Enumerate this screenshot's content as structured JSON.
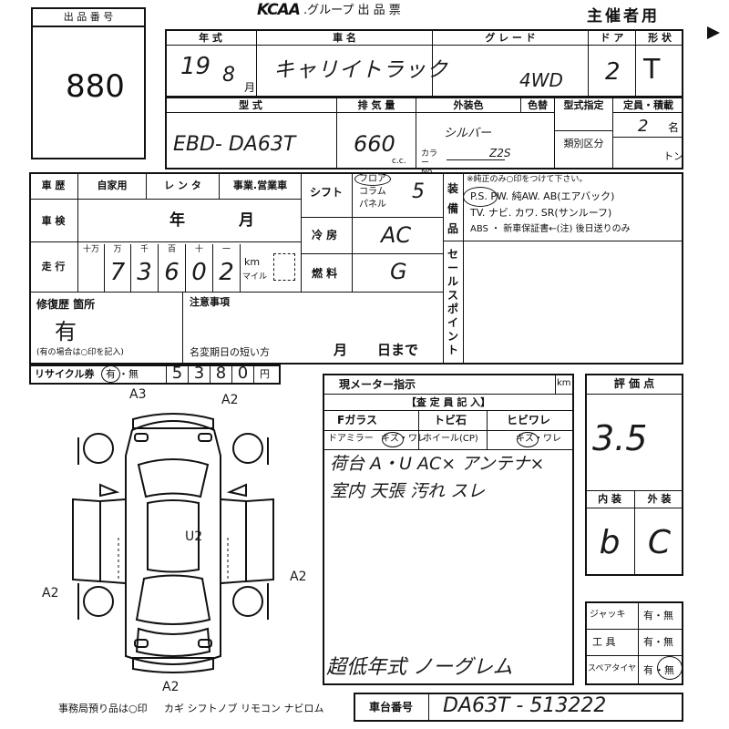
{
  "header": {
    "lot_label": "出 品 番 号",
    "lot_number": "880",
    "brand": "KCAA",
    "group_title": ".グループ 出 品 票",
    "organizer": "主催者用"
  },
  "row1": {
    "year_label": "年 式",
    "car_name_label": "車 名",
    "grade_label": "グ レ ー ド",
    "door_label": "ド ア",
    "shape_label": "形 状",
    "year_value": "19",
    "month_value": "8",
    "month_unit": "月",
    "car_name": "キャリイトラック",
    "grade": "4WD",
    "doors": "2",
    "shape": "T"
  },
  "row2": {
    "model_label": "型 式",
    "displacement_label": "排 気 量",
    "exterior_color_label": "外装色",
    "color_change_label": "色替",
    "type_designation_label": "型式指定",
    "capacity_label": "定員・積載",
    "category_label": "類別区分",
    "model": "EBD- DA63T",
    "displacement": "660",
    "cc_unit": "c.c.",
    "color": "シルバー",
    "color_no_label": "カラー No.",
    "color_no": "Z2S",
    "seats": "2",
    "seats_unit": "名",
    "ton_unit": "トン"
  },
  "history": {
    "label": "車 歴",
    "private": "自家用",
    "rental": "レ ン タ",
    "business": "事業.営業車"
  },
  "inspection": {
    "label": "車 検",
    "year": "年",
    "month": "月"
  },
  "mileage": {
    "label": "走 行",
    "units": [
      "十万",
      "万",
      "千",
      "百",
      "十",
      "一"
    ],
    "digits": [
      "",
      "7",
      "3",
      "6",
      "0",
      "2"
    ],
    "km_label": "km",
    "mile_label": "マイル"
  },
  "shift": {
    "label": "シフト",
    "options": [
      "フロア",
      "コラム",
      "パネル"
    ],
    "selected": "フロア",
    "value": "5"
  },
  "ac": {
    "label": "冷 房",
    "value": "AC"
  },
  "fuel": {
    "label": "燃 料",
    "value": "G"
  },
  "equipment": {
    "label": "装 備 品",
    "note": "※純正のみ○印をつけて下さい。",
    "line1": "P.S. PW. 純AW. AB(エアバック)",
    "line2": "TV. ナビ. カワ. SR(サンルーフ)",
    "line3": "ABS ・ 新車保証書←(注) 後日送りのみ",
    "circled": "P.S."
  },
  "sales_point": {
    "label": "セールスポイント"
  },
  "repair": {
    "label": "修復歴 箇所",
    "value": "有",
    "note": "(有の場合は○印を記入)"
  },
  "notes": {
    "label": "注意事項",
    "short_label": "名変期日の短い方",
    "month": "月",
    "day": "日まで"
  },
  "recycle": {
    "label": "リサイクル券",
    "has": "有",
    "none": "・無",
    "digits": [
      "5",
      "3",
      "8",
      "0"
    ],
    "yen": "円"
  },
  "meter": {
    "label": "現メーター指示",
    "unit": "km",
    "inspector_title": "【査 定 員 記 入】",
    "f_glass": "Fガラス",
    "tobi_ishi": "トビ石",
    "hibi_ware": "ヒビワレ",
    "door_mirror": "ドアミラー",
    "scratch_break": "キズ・ワレ",
    "wheel": "ホイール(CP)",
    "wheel_scratch": "キズ・ワレ",
    "remark1": "荷台 A・U AC× アンテナ×",
    "remark2": "室内 天張 汚れ スレ",
    "remark3": "超低年式 ノーグレム"
  },
  "diagram_marks": {
    "top_left": "A3",
    "top_right": "A2",
    "center": "U2",
    "left": "A2",
    "right": "A2",
    "bottom": "A2"
  },
  "score": {
    "label": "評 価 点",
    "value": "3.5",
    "interior_label": "内 装",
    "exterior_label": "外 装",
    "interior": "b",
    "exterior": "C"
  },
  "accessories": {
    "jack_label": "ジャッキ",
    "tools_label": "工 具",
    "spare_label": "スペアタイヤ",
    "yes_no": "有・無",
    "yes": "有",
    "no": "無"
  },
  "footer": {
    "office_note": "事務局預り品は○印",
    "items": "カギ シフトノブ リモコン ナビロム",
    "chassis_label": "車台番号",
    "chassis": "DA63T - 513222"
  }
}
